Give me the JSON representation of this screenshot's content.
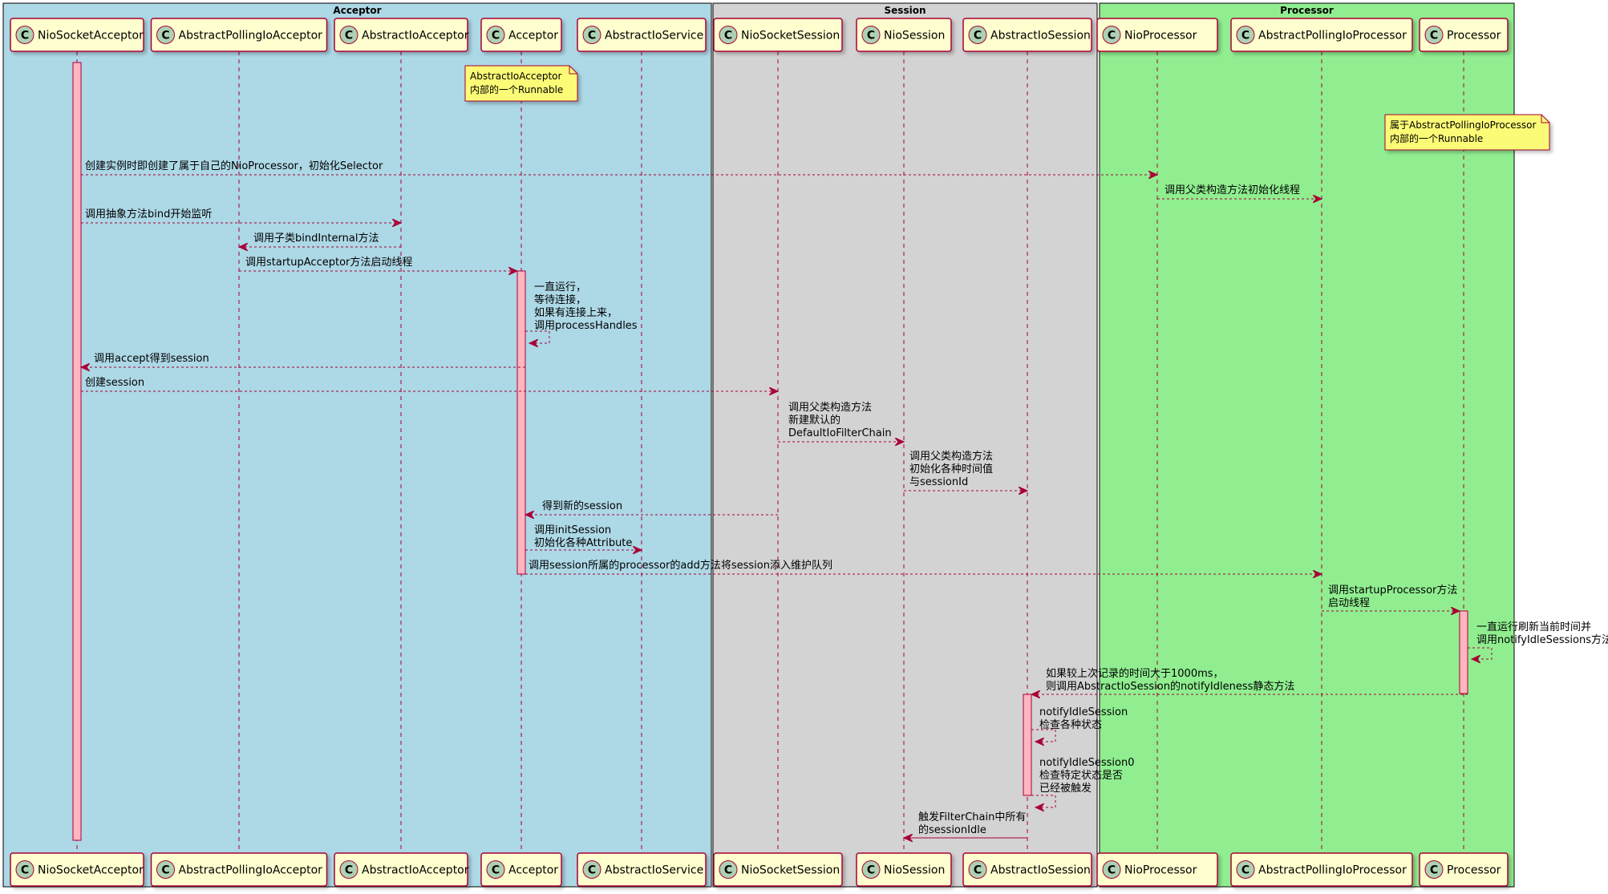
{
  "groups": [
    {
      "id": "acceptor",
      "title": "Acceptor",
      "color": "#add8e6"
    },
    {
      "id": "session",
      "title": "Session",
      "color": "#d3d3d3"
    },
    {
      "id": "processor",
      "title": "Processor",
      "color": "#90ee90"
    }
  ],
  "participants": [
    {
      "id": "nsa",
      "label": "NioSocketAcceptor"
    },
    {
      "id": "apa",
      "label": "AbstractPollingIoAcceptor"
    },
    {
      "id": "aia",
      "label": "AbstractIoAcceptor"
    },
    {
      "id": "acc",
      "label": "Acceptor"
    },
    {
      "id": "ais",
      "label": "AbstractIoService"
    },
    {
      "id": "nss",
      "label": "NioSocketSession"
    },
    {
      "id": "ns",
      "label": "NioSession"
    },
    {
      "id": "ais2",
      "label": "AbstractIoSession"
    },
    {
      "id": "np",
      "label": "NioProcessor"
    },
    {
      "id": "app",
      "label": "AbstractPollingIoProcessor"
    },
    {
      "id": "proc",
      "label": "Processor"
    }
  ],
  "notes": [
    {
      "id": "note-acceptor",
      "lines": [
        "AbstractIoAcceptor",
        "内部的一个Runnable"
      ]
    },
    {
      "id": "note-processor",
      "lines": [
        "属于AbstractPollingIoProcessor",
        "内部的一个Runnable"
      ]
    }
  ],
  "messages": [
    {
      "from": "nsa",
      "to": "np",
      "lines": [
        "创建实例时即创建了属于自己的NioProcessor，初始化Selector"
      ]
    },
    {
      "from": "np",
      "to": "app",
      "lines": [
        "调用父类构造方法初始化线程"
      ]
    },
    {
      "from": "nsa",
      "to": "aia",
      "lines": [
        "调用抽象方法bind开始监听"
      ]
    },
    {
      "from": "aia",
      "to": "apa",
      "lines": [
        "调用子类bindInternal方法"
      ]
    },
    {
      "from": "apa",
      "to": "acc",
      "lines": [
        "调用startupAcceptor方法启动线程"
      ]
    },
    {
      "from": "acc",
      "to": "acc",
      "lines": [
        "一直运行，",
        "等待连接，",
        "如果有连接上来，",
        "调用processHandles"
      ]
    },
    {
      "from": "acc",
      "to": "nsa",
      "lines": [
        "调用accept得到session"
      ]
    },
    {
      "from": "nsa",
      "to": "nss",
      "lines": [
        "创建session"
      ]
    },
    {
      "from": "nss",
      "to": "ns",
      "lines": [
        "调用父类构造方法",
        "新建默认的",
        "DefaultIoFilterChain"
      ]
    },
    {
      "from": "ns",
      "to": "ais2",
      "lines": [
        "调用父类构造方法",
        "初始化各种时间值",
        "与sessionId"
      ]
    },
    {
      "from": "nss",
      "to": "acc",
      "lines": [
        "得到新的session"
      ]
    },
    {
      "from": "acc",
      "to": "ais",
      "lines": [
        "调用initSession",
        "初始化各种Attribute"
      ]
    },
    {
      "from": "acc",
      "to": "app",
      "lines": [
        "调用session所属的processor的add方法将session添入维护队列"
      ]
    },
    {
      "from": "app",
      "to": "proc",
      "lines": [
        "调用startupProcessor方法",
        "启动线程"
      ]
    },
    {
      "from": "proc",
      "to": "proc",
      "lines": [
        "一直运行刷新当前时间并",
        "调用notifyIdleSessions方法"
      ]
    },
    {
      "from": "proc",
      "to": "ais2",
      "lines": [
        "如果较上次记录的时间大于1000ms，",
        "则调用AbstractIoSession的notifyIdleness静态方法"
      ]
    },
    {
      "from": "ais2",
      "to": "ais2",
      "lines": [
        "notifyIdleSession",
        "检查各种状态"
      ]
    },
    {
      "from": "ais2",
      "to": "ais2",
      "lines": [
        "notifyIdleSession0",
        "检查特定状态是否",
        "已经被触发"
      ]
    },
    {
      "from": "ais2",
      "to": "ns",
      "lines": [
        "触发FilterChain中所有",
        "的sessionIdle"
      ]
    }
  ]
}
